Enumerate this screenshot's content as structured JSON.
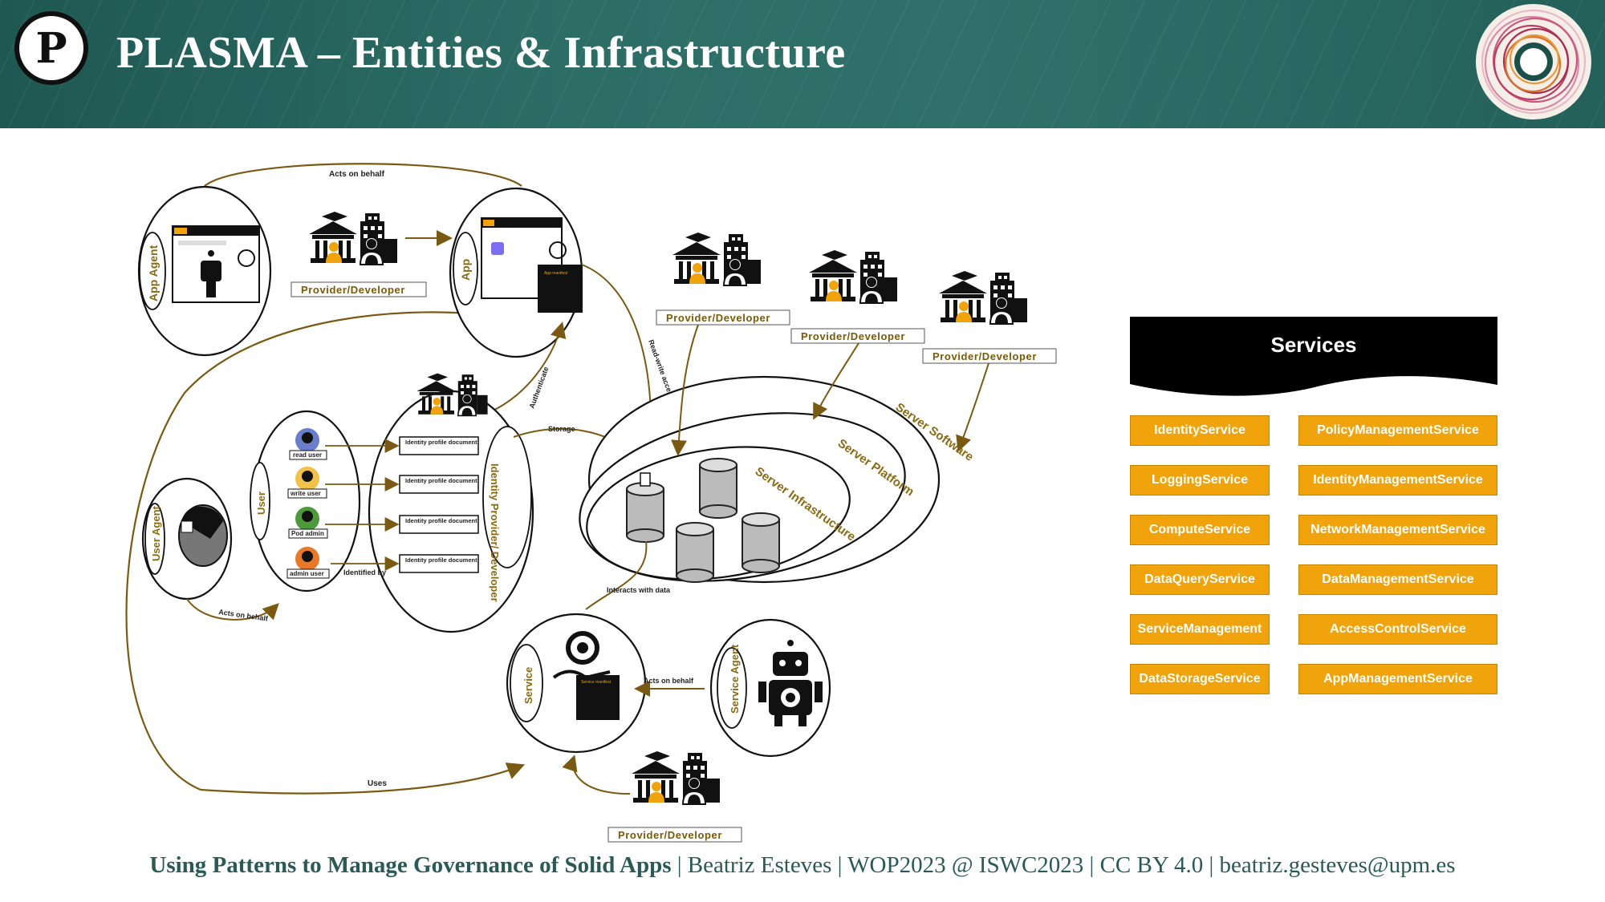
{
  "slide": {
    "logo_letter": "P",
    "title": "PLASMA – Entities & Infrastructure"
  },
  "diagram": {
    "acts_on_behalf": "Acts on behalf",
    "acts_on_behalf_2": "Acts on behalf",
    "acts_on_behalf_3": "Acts on behalf",
    "app_agent": "App Agent",
    "app": "App",
    "app_manifest": "App manifest",
    "provider_developer": "Provider/Developer",
    "authenticate": "Authenticate",
    "read_write_access": "Read-write access",
    "storage": "Storage",
    "user": "User",
    "user_agent": "User Agent",
    "identity_provider": "Identity Provider/ Developer",
    "identity_profile_document": "Identity profile document",
    "identified_by": "Identified by",
    "roles": [
      "read user",
      "write user",
      "Pod admin",
      "admin user"
    ],
    "server_software": "Server Software",
    "server_platform": "Server Platform",
    "server_infrastructure": "Server Infrastructure",
    "interacts_with_data": "Interacts with data",
    "service": "Service",
    "service_manifest": "Service manifest",
    "service_agent": "Service Agent",
    "uses": "Uses"
  },
  "services": {
    "title": "Services",
    "left": [
      "IdentityService",
      "LoggingService",
      "ComputeService",
      "DataQueryService",
      "ServiceManagement",
      "DataStorageService"
    ],
    "right": [
      "PolicyManagementService",
      "IdentityManagementService",
      "NetworkManagementService",
      "DataManagementService",
      "AccessControlService",
      "AppManagementService"
    ]
  },
  "footer": {
    "bold": "Using Patterns to Manage Governance of Solid Apps",
    "rest": " | Beatriz Esteves | WOP2023 @ ISWC2023 | CC BY 4.0 | beatriz.gesteves@upm.es"
  },
  "colors": {
    "header": "#2c6d66",
    "accent": "#f0a30a",
    "line": "#7a5a12"
  }
}
